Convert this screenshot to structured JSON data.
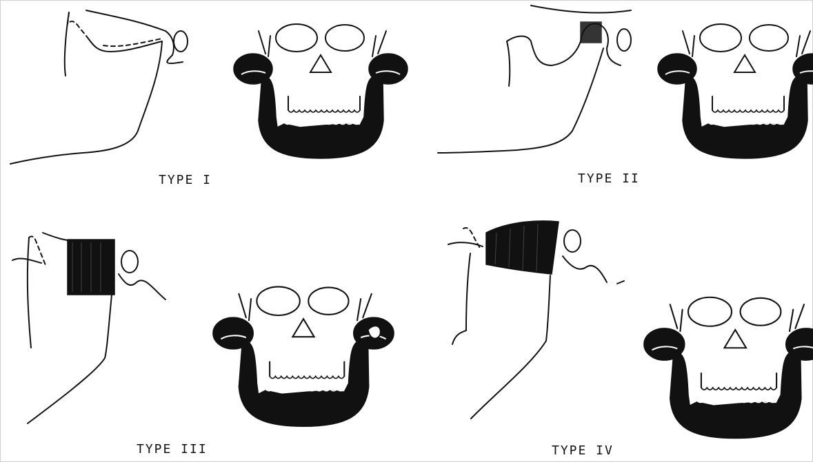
{
  "panels": [
    {
      "id": "type-1",
      "label": "TYPE  I"
    },
    {
      "id": "type-2",
      "label": "TYPE  II"
    },
    {
      "id": "type-3",
      "label": "TYPE  III"
    },
    {
      "id": "type-4",
      "label": "TYPE  IV"
    }
  ],
  "colors": {
    "ink": "#111111",
    "background": "#ffffff",
    "frame": "#cfcfcf"
  }
}
